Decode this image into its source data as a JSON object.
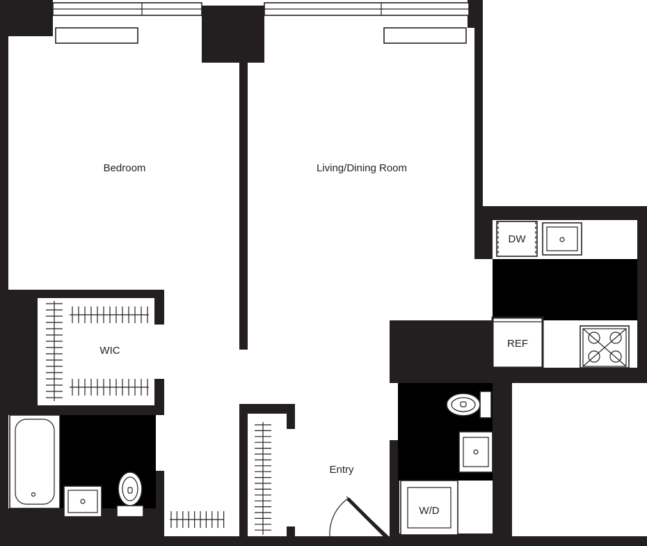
{
  "rooms": {
    "bedroom": "Bedroom",
    "living_dining": "Living/Dining Room",
    "wic": "WIC",
    "entry": "Entry"
  },
  "fixtures": {
    "dishwasher": "DW",
    "refrigerator": "REF",
    "washer_dryer": "W/D"
  },
  "colors": {
    "wall": "#231f20",
    "floor": "#ffffff"
  }
}
